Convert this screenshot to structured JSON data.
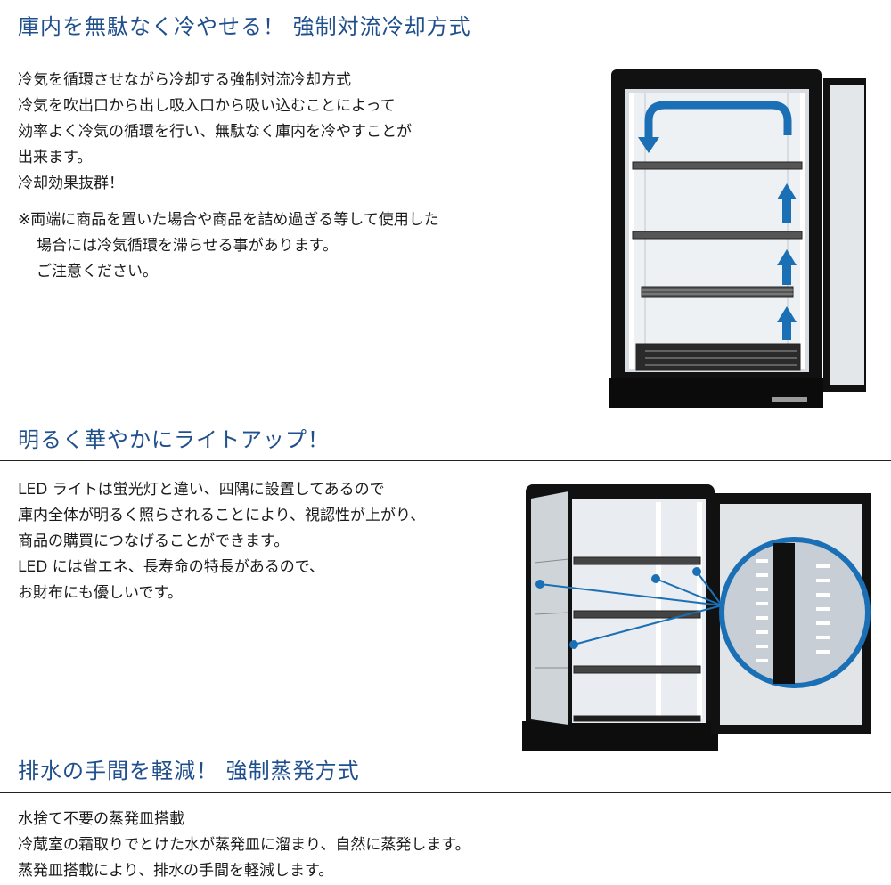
{
  "section1": {
    "title": "庫内を無駄なく冷やせる！ 強制対流冷却方式",
    "lines": [
      "冷気を循環させながら冷却する強制対流冷却方式",
      "冷気を吹出口から出し吸入口から吸い込むことによって",
      "効率よく冷気の循環を行い、無駄なく庫内を冷やすことが",
      "出来ます。",
      "冷却効果抜群！"
    ],
    "note": [
      "※両端に商品を置いた場合や商品を詰め過ぎる等して使用した",
      "場合には冷気循環を滞らせる事があります。",
      "ご注意ください。"
    ]
  },
  "section2": {
    "title": "明るく華やかにライトアップ！",
    "lines": [
      "LED ライトは蛍光灯と違い、四隅に設置してあるので",
      "庫内全体が明るく照らされることにより、視認性が上がり、",
      "商品の購買につなげることができます。",
      "LED には省エネ、長寿命の特長があるので、",
      "お財布にも優しいです。"
    ]
  },
  "section3": {
    "title": "排水の手間を軽減！ 強制蒸発方式",
    "lines": [
      "水捨て不要の蒸発皿搭載",
      "冷蔵室の霜取りでとけた水が蒸発皿に溜まり、自然に蒸発します。",
      "蒸発皿搭載により、排水の手間を軽減します。"
    ]
  },
  "colors": {
    "title": "#1f4f8c",
    "accent_blue": "#1a6fb5",
    "frame": "#111111"
  }
}
